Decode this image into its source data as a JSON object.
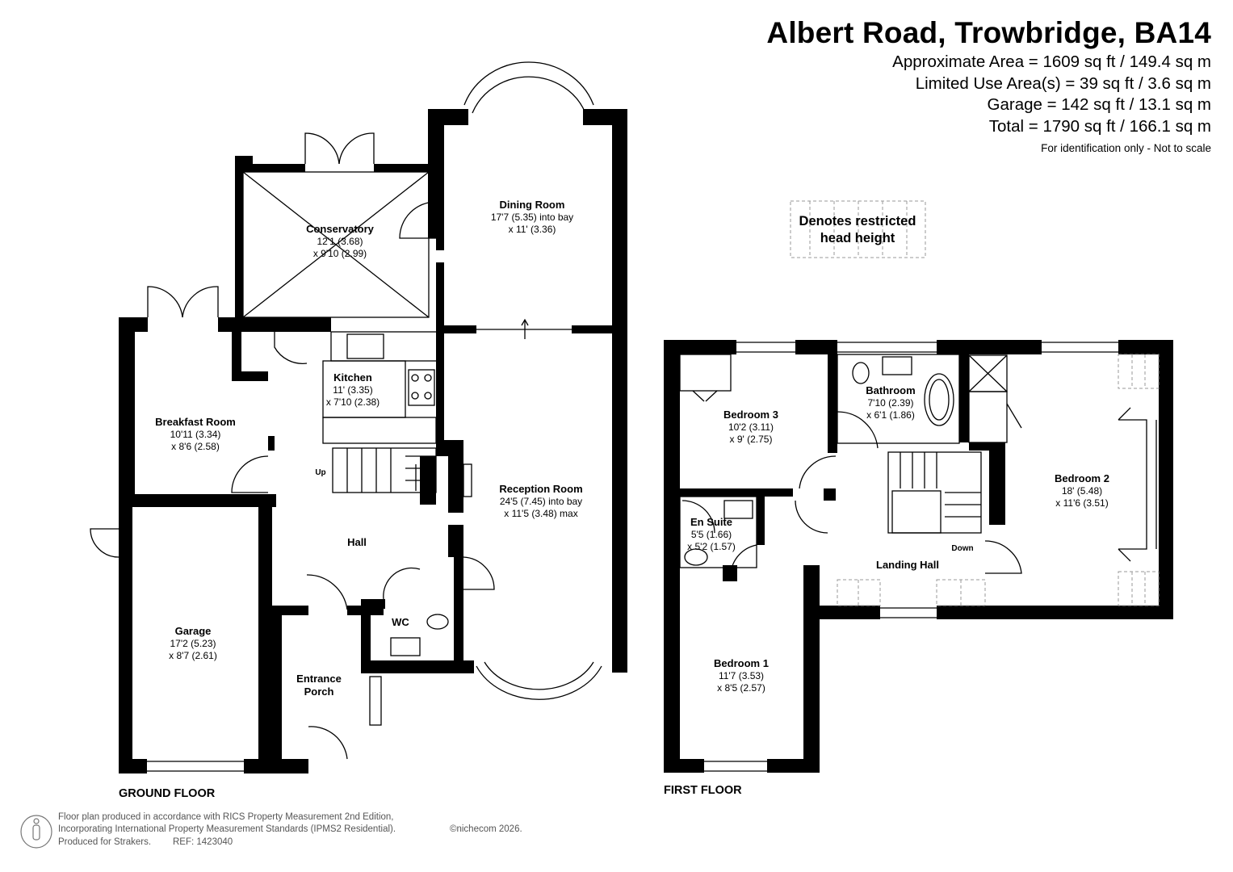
{
  "header": {
    "title": "Albert Road, Trowbridge, BA14",
    "lines": [
      "Approximate Area = 1609 sq ft / 149.4 sq m",
      "Limited Use Area(s) = 39 sq ft / 3.6 sq m",
      "Garage = 142 sq ft / 13.1 sq m",
      "Total = 1790 sq ft / 166.1 sq m"
    ],
    "note": "For identification only - Not to scale"
  },
  "legend": {
    "line1": "Denotes restricted",
    "line2": "head height"
  },
  "floors": {
    "ground": "GROUND FLOOR",
    "first": "FIRST FLOOR"
  },
  "rooms": {
    "dining": {
      "name": "Dining Room",
      "dims": [
        "17'7 (5.35) into bay",
        "x 11' (3.36)"
      ]
    },
    "conservatory": {
      "name": "Conservatory",
      "dims": [
        "12'1 (3.68)",
        "x 9'10 (2.99)"
      ]
    },
    "kitchen": {
      "name": "Kitchen",
      "dims": [
        "11' (3.35)",
        "x 7'10 (2.38)"
      ]
    },
    "breakfast": {
      "name": "Breakfast Room",
      "dims": [
        "10'11 (3.34)",
        "x 8'6 (2.58)"
      ]
    },
    "reception": {
      "name": "Reception Room",
      "dims": [
        "24'5 (7.45) into bay",
        "x 11'5 (3.48) max"
      ]
    },
    "hall": {
      "name": "Hall",
      "dims": []
    },
    "wc": {
      "name": "WC",
      "dims": []
    },
    "garage": {
      "name": "Garage",
      "dims": [
        "17'2 (5.23)",
        "x 8'7 (2.61)"
      ]
    },
    "porch": {
      "name": "Entrance",
      "name2": "Porch",
      "dims": []
    },
    "bedroom3": {
      "name": "Bedroom 3",
      "dims": [
        "10'2 (3.11)",
        "x 9' (2.75)"
      ]
    },
    "bathroom": {
      "name": "Bathroom",
      "dims": [
        "7'10 (2.39)",
        "x 6'1 (1.86)"
      ]
    },
    "bedroom2": {
      "name": "Bedroom 2",
      "dims": [
        "18' (5.48)",
        "x 11'6 (3.51)"
      ]
    },
    "ensuite": {
      "name": "En Suite",
      "dims": [
        "5'5 (1.66)",
        "x 5'2 (1.57)"
      ]
    },
    "landing": {
      "name": "Landing Hall",
      "dims": []
    },
    "bedroom1": {
      "name": "Bedroom 1",
      "dims": [
        "11'7 (3.53)",
        "x 8'5 (2.57)"
      ]
    }
  },
  "stairs": {
    "up": "Up",
    "down": "Down"
  },
  "footer": {
    "line1": "Floor plan produced in accordance with RICS Property Measurement 2nd Edition,",
    "line2": "Incorporating International Property Measurement Standards (IPMS2 Residential).",
    "copyright": "©nichecom 2026.",
    "produced": "Produced for Strakers.",
    "ref": "REF: 1423040"
  },
  "colors": {
    "wall": "#000000",
    "text": "#000000",
    "footer_text": "#555555",
    "legend_dash": "#9a9a9a"
  }
}
